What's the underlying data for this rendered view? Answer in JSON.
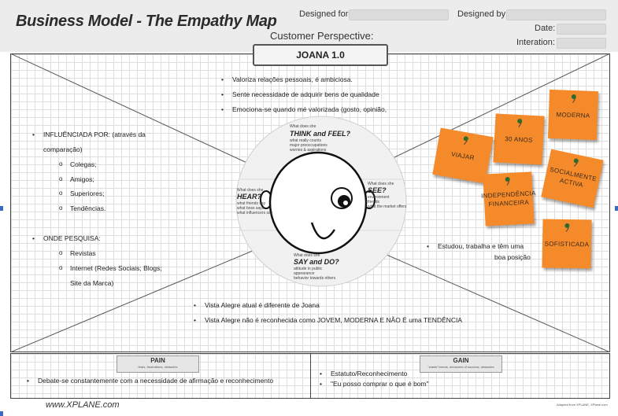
{
  "header": {
    "title": "Business Model - The Empathy Map",
    "designed_for_label": "Designed for:",
    "designed_by_label": "Designed by:",
    "date_label": "Date:",
    "iteration_label": "Interation:",
    "customer_perspective_label": "Customer Perspective:",
    "persona": "JOANA  1.0"
  },
  "think_feel": [
    "Valoriza relações pessoais, é ambiciosa.",
    "Sente necessidade  de adquirir bens de qualidade",
    "Emociona-se quando  mé valorizada (gosto, opinião,"
  ],
  "hear": {
    "influenced_title": "INFLUÊNCIADA POR: (através da",
    "influenced_title_2": "comparação)",
    "influenced_items": [
      "Colegas;",
      "Amigos;",
      "Superiores;",
      "Tendências."
    ],
    "research_title": "ONDE PESQUISA:",
    "research_items": [
      "Revistas",
      "Internet (Redes Sociais; Blogs;"
    ],
    "research_item_cont": "Site da Marca)"
  },
  "see": {
    "line1": "Estudou, trabalha e têm uma",
    "line2": "boa posição"
  },
  "say_do": [
    "Vista Alegre atual é diferente de Joana",
    "Vista Alegre não é reconhecida  como JOVEM, MODERNA E NÃO É uma TENDÊNCIA"
  ],
  "center": {
    "think_q": "What does she",
    "think_big": "THINK and FEEL?",
    "think_sub": "what really counts\nmajor preoccupations\nworries & aspirations",
    "hear_q": "What does she",
    "hear_big": "HEAR?",
    "hear_sub": "what friends say\nwhat boss says\nwhat influencers say",
    "see_q": "What does she",
    "see_big": "SEE?",
    "see_sub": "environment\nfriends\nwhat the market offers",
    "say_q": "What does she",
    "say_big": "SAY and DO?",
    "say_sub": "attitude in public\nappearance\nbehavior towards others"
  },
  "pain": {
    "title": "PAIN",
    "subtitle": "fears, frustrations, obstacles",
    "items": [
      "Debate-se constantemente  com  a necessidade  de afirmação e reconhecimento"
    ]
  },
  "gain": {
    "title": "GAIN",
    "subtitle": "\"wants\"/needs, measures of success, obstacles",
    "items": [
      "Estatuto/Reconhecimento",
      "\"Eu posso comprar o que é bom\""
    ]
  },
  "sticky_notes": [
    "MODERNA",
    "30 ANOS",
    "VIAJAR",
    "SOCIALMENTE ACTIVA",
    "INDEPENDÊNCIA FINANCEIRA",
    "SOFISTICADA"
  ],
  "footer": {
    "url": "www.XPLANE.com",
    "credit": "Adapted from XPLANE, XPlane.com"
  },
  "colors": {
    "sticky": "#f58a2b",
    "pin": "#2c6b2c",
    "grid": "#dedede"
  }
}
